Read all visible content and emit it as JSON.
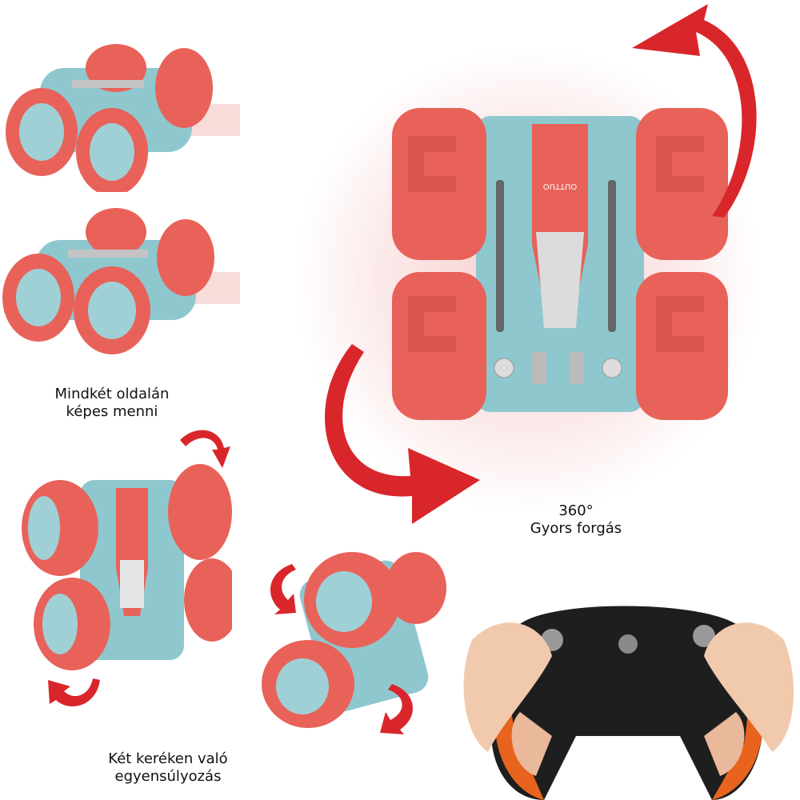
{
  "captions": {
    "both_sides": [
      "Mindkét oldalán",
      "képes menni"
    ],
    "rotation": [
      "360°",
      "Gyors forgás"
    ],
    "two_wheels": [
      "Két keréken való",
      "egyensúlyozás"
    ]
  },
  "car_brand": "OUTTUO",
  "colors": {
    "wheel": "#e8625a",
    "wheel_dark": "#c94a44",
    "hub": "#9fd0d6",
    "body": "#8fc7cf",
    "arrow": "#d9262b",
    "controller_black": "#1e1e1e",
    "controller_orange": "#e8641e"
  },
  "icons": [
    "rotation-arrow-icon",
    "curved-arrow-icon"
  ]
}
